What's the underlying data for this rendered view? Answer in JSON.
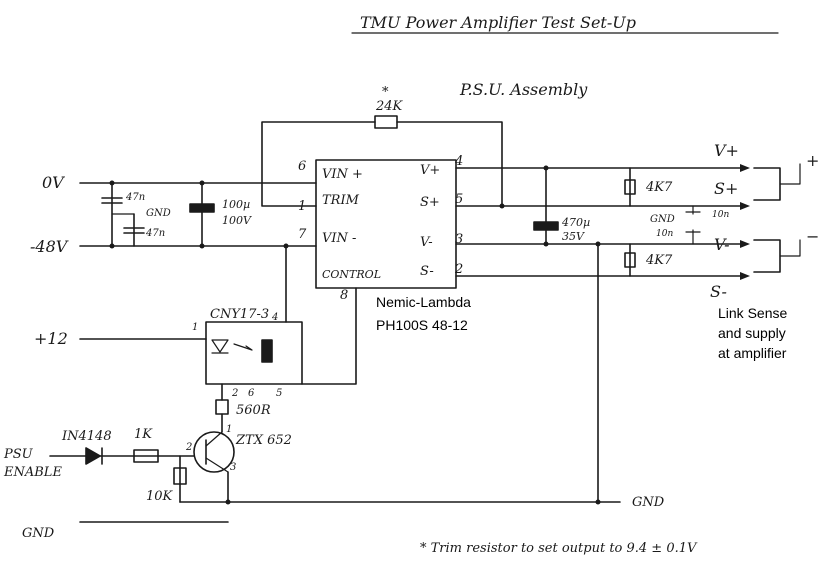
{
  "title": "TMU Power Amplifier Test Set-Up",
  "subtitle": "P.S.U. Assembly",
  "footnote": "* Trim resistor to set output to 9.4 ± 0.1V",
  "module": {
    "name": "Nemic-Lambda",
    "part": "PH100S 48-12",
    "pins": {
      "vin_plus": "VIN +",
      "trim": "TRIM",
      "vin_minus": "VIN -",
      "control": "CONTROL",
      "v_plus": "V+",
      "s_plus": "S+",
      "v_minus": "V-",
      "s_minus": "S-"
    },
    "pin_numbers": {
      "vin_plus": "6",
      "trim": "1",
      "vin_minus": "7",
      "control": "8",
      "v_plus": "4",
      "s_plus": "5",
      "v_minus": "3",
      "s_minus": "2"
    }
  },
  "inputs": {
    "zero_v": "0V",
    "minus48": "-48V",
    "plus12": "+12",
    "psu_enable_1": "PSU",
    "psu_enable_2": "ENABLE",
    "gnd": "GND"
  },
  "components": {
    "trim_resistor": "24K",
    "trim_star": "*",
    "cap_47n_top": "47n",
    "cap_47n_bot": "47n",
    "cap_gnd": "GND",
    "cap_100u": "100µ",
    "cap_100u_v": "100V",
    "cap_470u": "470µ",
    "cap_470u_v": "35V",
    "r_4k7_top": "4K7",
    "r_4k7_bot": "4K7",
    "cap_10n_top": "10n",
    "cap_10n_bot": "10n",
    "out_gnd": "GND",
    "opto": "CNY17-3",
    "r_560": "560R",
    "transistor": "ZTX 652",
    "diode": "IN4148",
    "r_1k": "1K",
    "r_10k": "10K",
    "gnd_right": "GND"
  },
  "opto_pins": {
    "p1": "1",
    "p2": "2",
    "p4": "4",
    "p5": "5",
    "p6": "6"
  },
  "transistor_pins": {
    "p1": "1",
    "p2": "2",
    "p3": "3"
  },
  "outputs": {
    "v_plus": "V+",
    "s_plus": "S+",
    "v_minus": "V-",
    "s_minus": "S-",
    "plus": "+",
    "minus": "−"
  },
  "note": [
    "Link Sense",
    "and supply",
    "at amplifier"
  ]
}
